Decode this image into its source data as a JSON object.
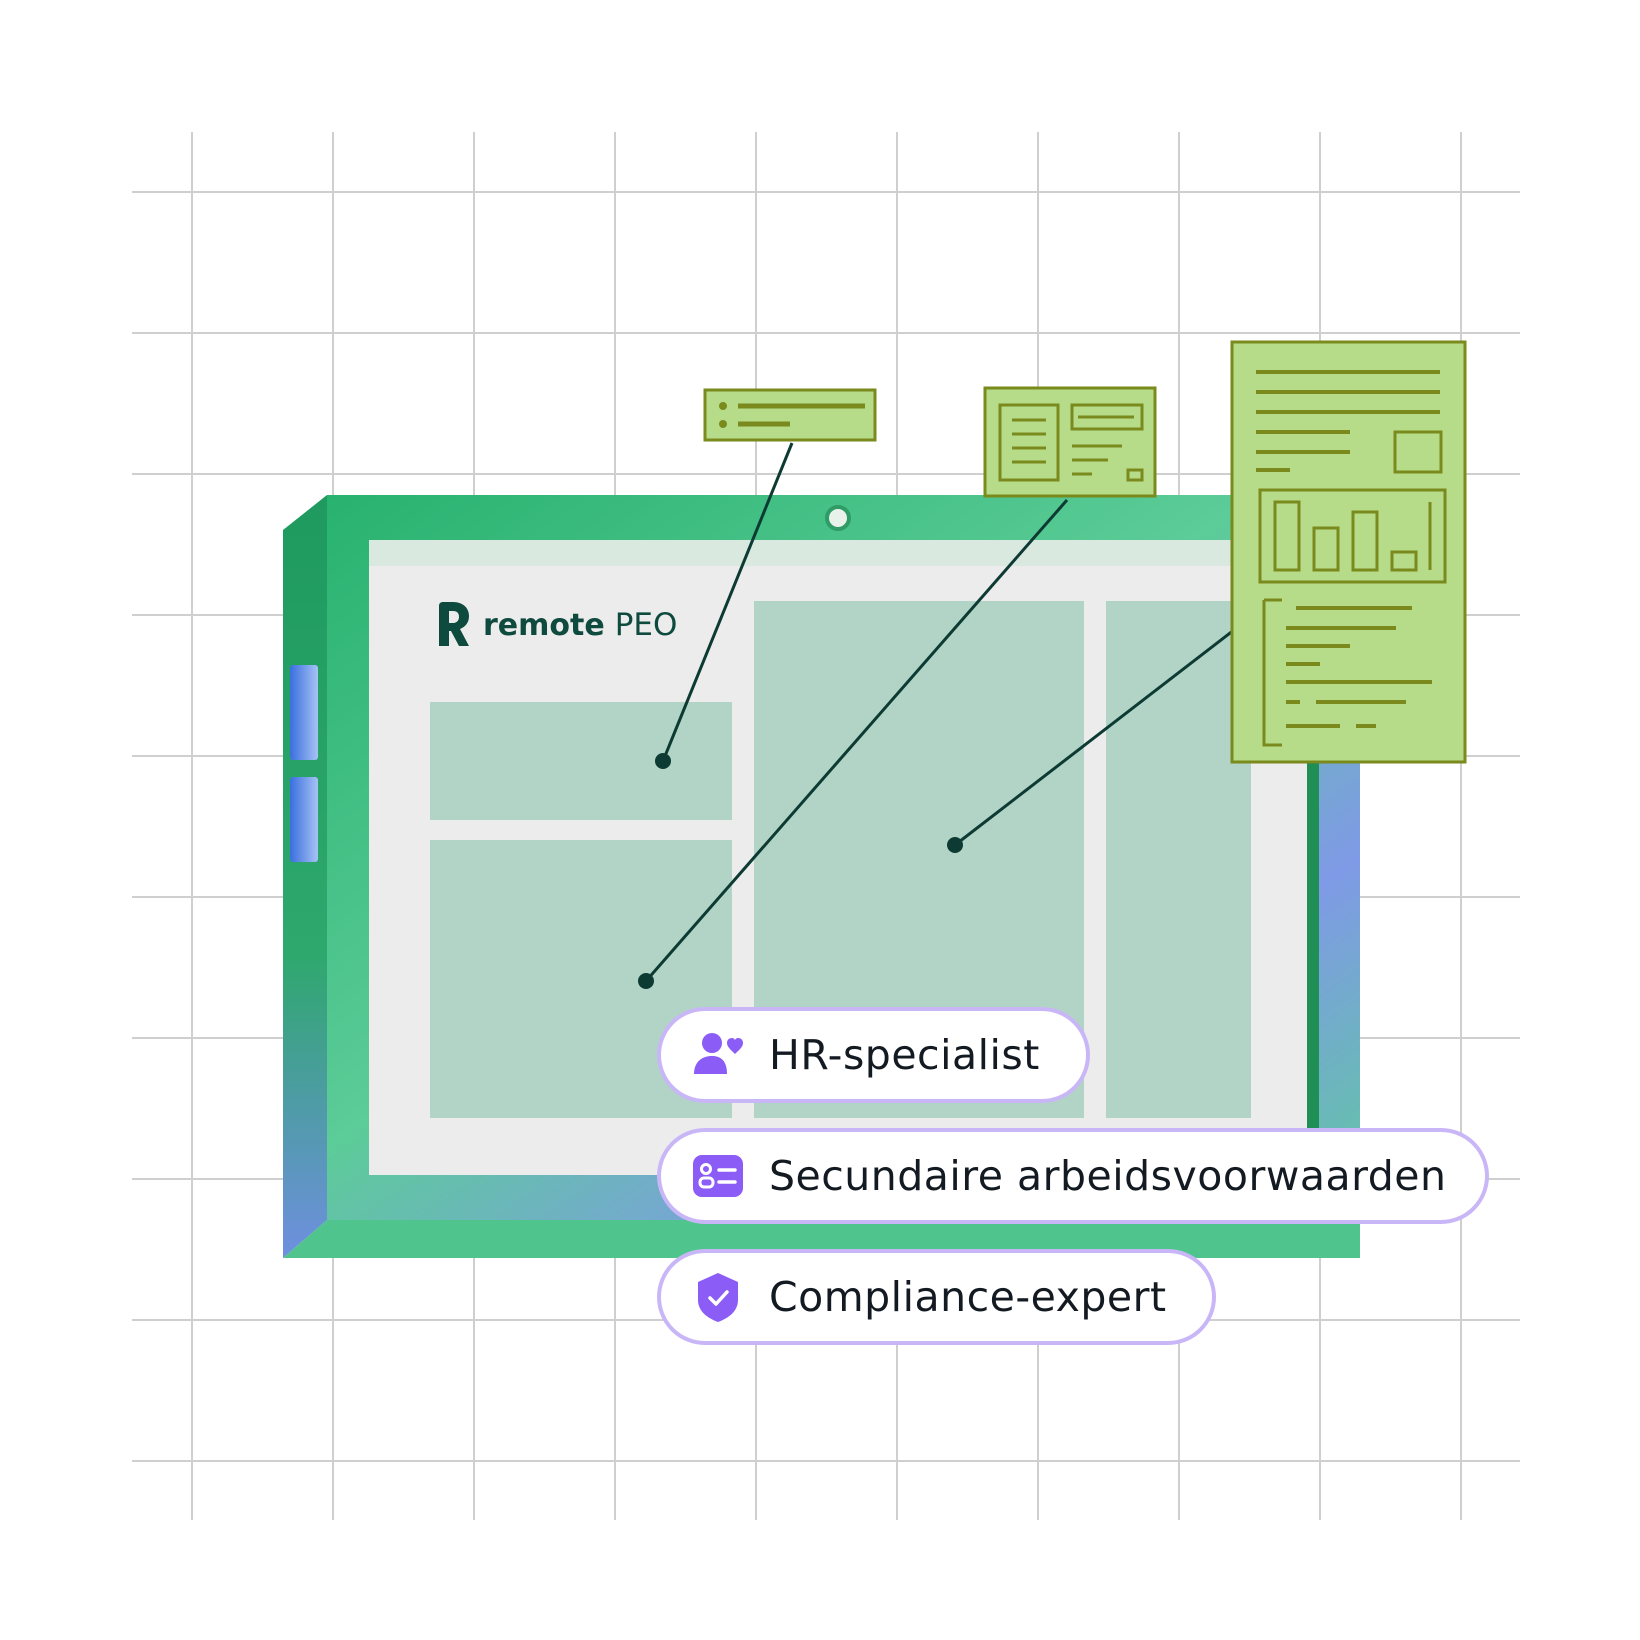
{
  "brand": {
    "name": "remote",
    "product": "PEO"
  },
  "features": [
    {
      "label": "HR-specialist",
      "icon": "person-heart-icon"
    },
    {
      "label": "Secundaire arbeidsvoorwaarden",
      "icon": "id-card-icon"
    },
    {
      "label": "Compliance-expert",
      "icon": "shield-check-icon"
    }
  ],
  "colors": {
    "tablet_frame": "#2fb877",
    "screen_bg": "#ececec",
    "panel": "#b2d4c6",
    "card_fill": "#b6dc8a",
    "card_stroke": "#7a8a1c",
    "pill_border": "#c9b6f7",
    "icon_purple": "#8b5cf6",
    "connector": "#0d3b33"
  }
}
